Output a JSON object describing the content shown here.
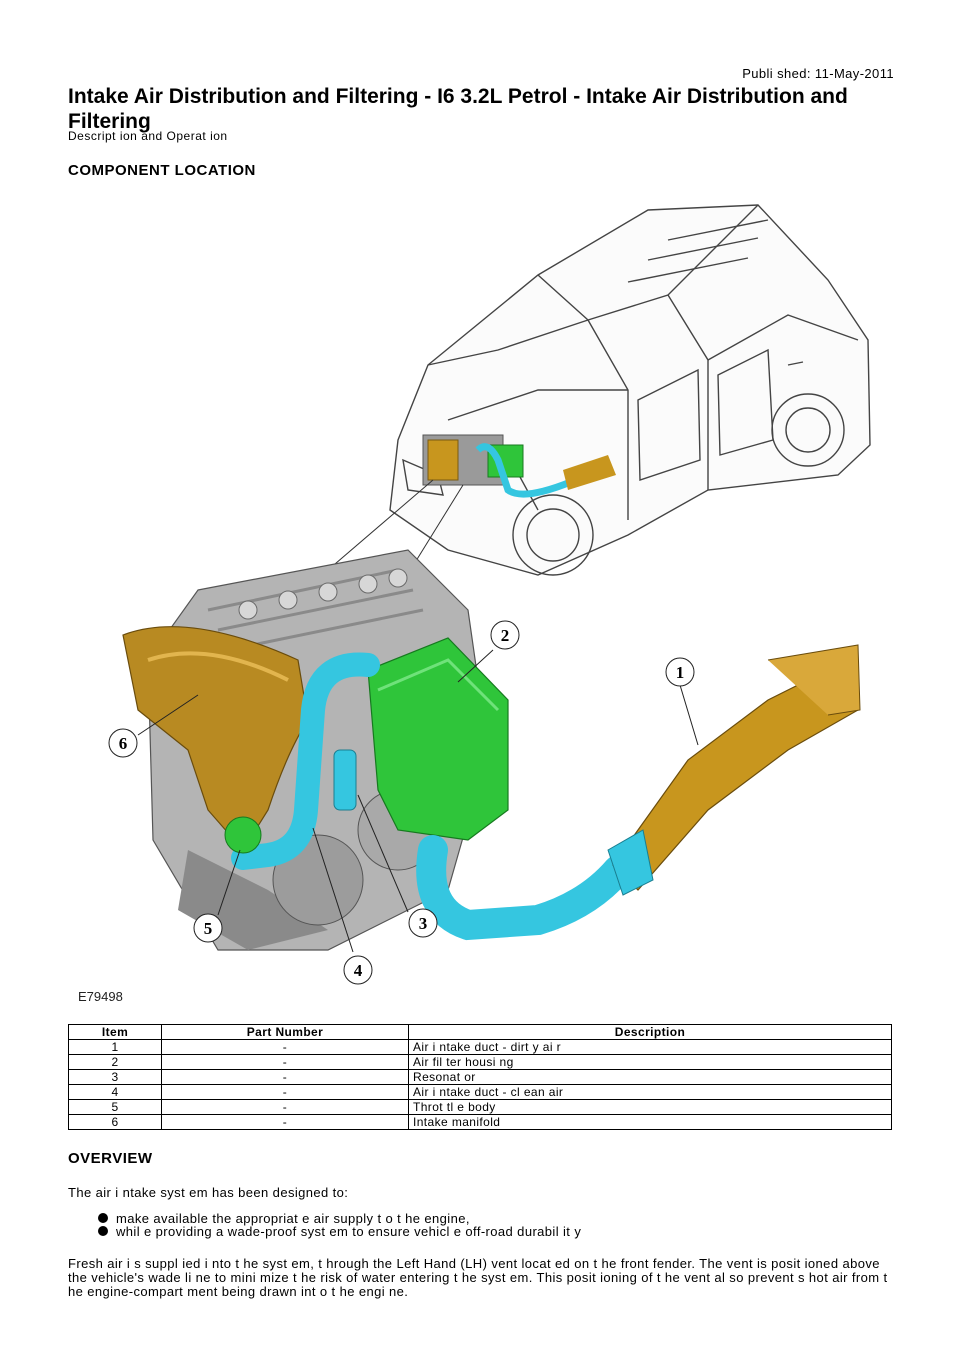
{
  "header": {
    "published": "Publi shed: 11-May-2011",
    "title": "Intake Air Distribution and Filtering - I6 3.2L Petrol - Intake Air Distribution and Filtering",
    "subtitle": "Descript ion and Operat ion"
  },
  "sections": {
    "component_location": "COMPONENT LOCATION",
    "overview": "OVERVIEW"
  },
  "figure": {
    "id": "E79498",
    "callouts": [
      "1",
      "2",
      "3",
      "4",
      "5",
      "6"
    ]
  },
  "table": {
    "headers": [
      "Item",
      "Part Number",
      "Description"
    ],
    "rows": [
      {
        "item": "1",
        "part": "-",
        "desc": "Air i ntake duct - dirt y ai r"
      },
      {
        "item": "2",
        "part": "-",
        "desc": "Air fil ter housi ng"
      },
      {
        "item": "3",
        "part": "-",
        "desc": "Resonat or"
      },
      {
        "item": "4",
        "part": "-",
        "desc": "Air i ntake duct - cl ean air"
      },
      {
        "item": "5",
        "part": "-",
        "desc": "Throt tl e body"
      },
      {
        "item": "6",
        "part": "-",
        "desc": "Intake manifold"
      }
    ]
  },
  "overview": {
    "intro": "The air i ntake syst em has been designed to:",
    "bullets": [
      "make available the appropriat e air supply t o t he engine,",
      "whil e providing a wade-proof syst em to ensure vehicl e off-road durabil it y"
    ],
    "paragraph": "Fresh air i s suppl ied i nto t he syst em, t hrough the Left Hand (LH) vent locat ed on t he front fender. The vent is posit ioned above the vehicle's wade li ne to mini mize t he risk of water entering t he syst em. This posit ioning of t he vent al so prevent s hot air from t he engine-compart ment being drawn int o t he engi ne."
  },
  "colors": {
    "dirty_duct": "#c8961e",
    "filter_housing": "#2fc53a",
    "clean_duct": "#35c6e0",
    "manifold": "#b88a22"
  }
}
